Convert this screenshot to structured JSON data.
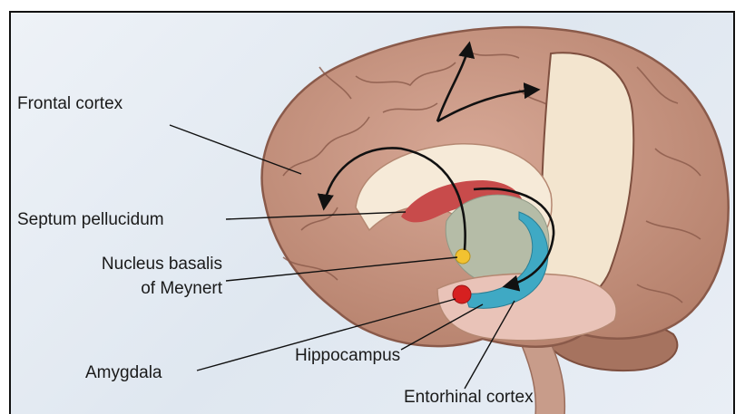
{
  "labels": {
    "frontal_cortex": "Frontal cortex",
    "septum_pellucidum": "Septum pellucidum",
    "nucleus_basalis_line1": "Nucleus basalis",
    "nucleus_basalis_line2": "of Meynert",
    "amygdala": "Amygdala",
    "hippocampus": "Hippocampus",
    "entorhinal_cortex": "Entorhinal cortex"
  },
  "colors": {
    "cortex": "#c4907a",
    "cortex_dark": "#8a5a4a",
    "white_matter": "#f3e5cf",
    "septum": "#c84b4b",
    "nucleus_basalis": "#f2c230",
    "amygdala": "#d62020",
    "hippocampus": "#3fa9c4",
    "pathway_arrows": "#111111"
  }
}
